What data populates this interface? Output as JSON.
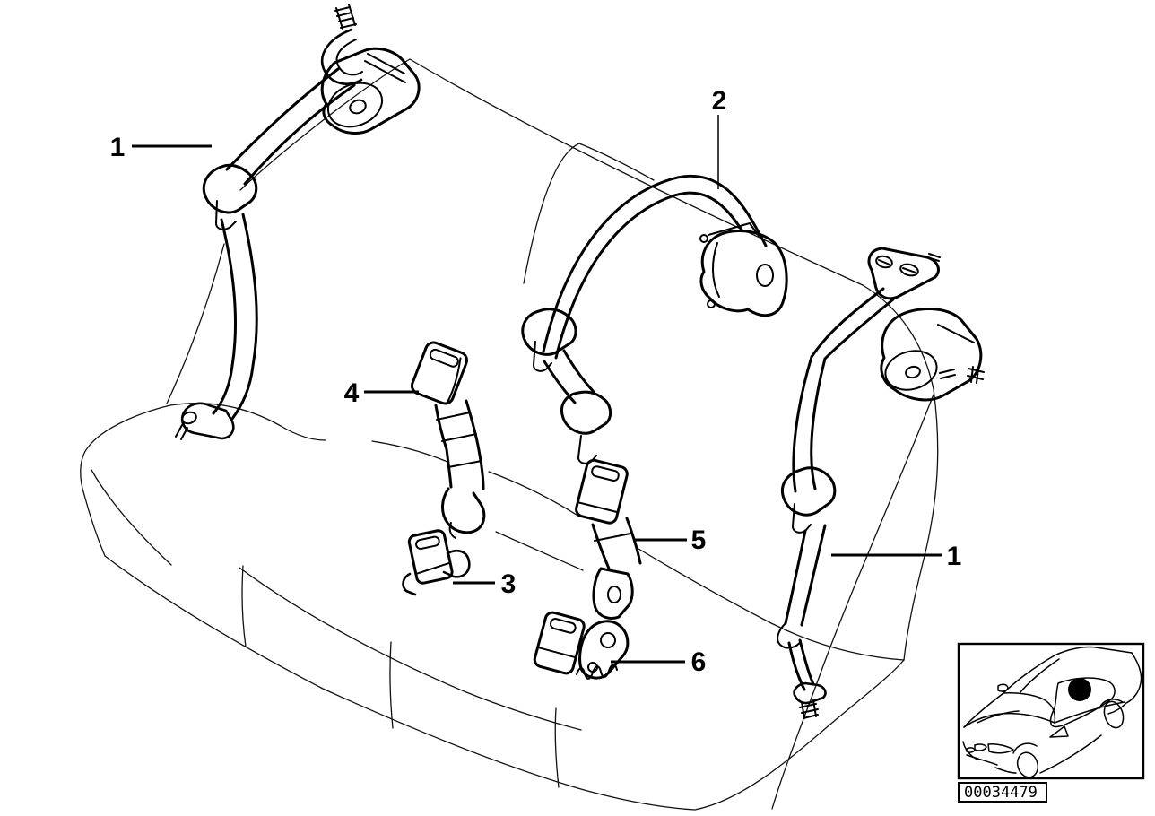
{
  "figure": {
    "background_color": "#ffffff",
    "line_color": "#000000",
    "image_number": "00034479",
    "inset": {
      "marker_color": "#000000",
      "marker_location": "rear-seat"
    },
    "callouts": [
      {
        "id": "1-left",
        "label": "1",
        "part": "rear-seat-belt-left"
      },
      {
        "id": "2",
        "label": "2",
        "part": "rear-seat-belt-center"
      },
      {
        "id": "4",
        "label": "4",
        "part": "belt-buckle-center-left"
      },
      {
        "id": "3",
        "label": "3",
        "part": "belt-buckle-left"
      },
      {
        "id": "5",
        "label": "5",
        "part": "belt-buckle-center-right"
      },
      {
        "id": "6",
        "label": "6",
        "part": "lower-belt-latch-center"
      },
      {
        "id": "1-right",
        "label": "1",
        "part": "rear-seat-belt-right"
      }
    ]
  }
}
